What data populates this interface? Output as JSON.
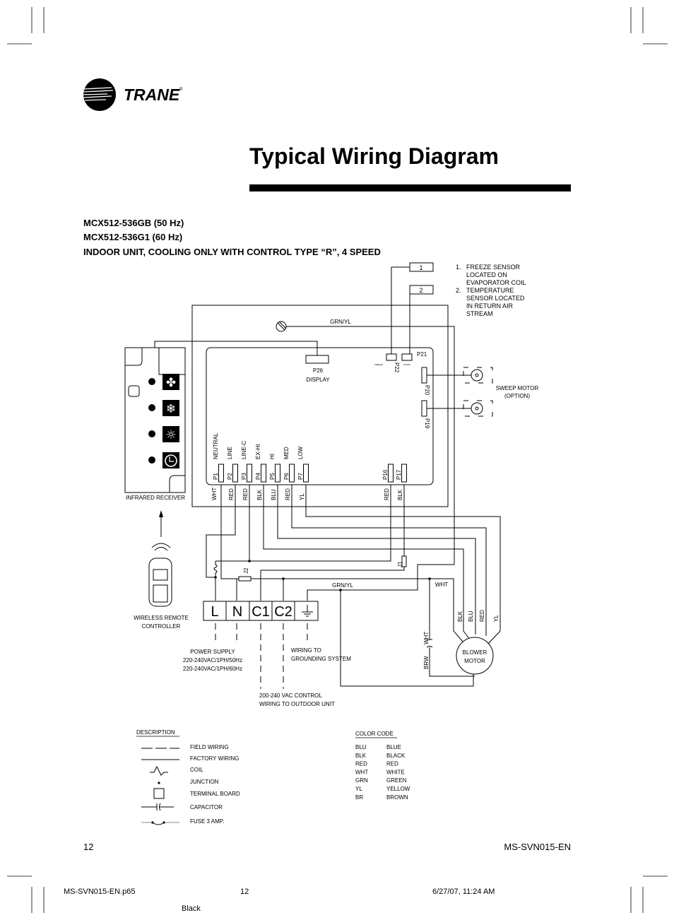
{
  "header": {
    "logo_text": "TRANE",
    "logo_mark": "®",
    "title": "Typical Wiring Diagram",
    "model_lines": [
      "MCX512-536GB (50 Hz)",
      "MCX512-536G1 (60 Hz)",
      "INDOOR UNIT, COOLING ONLY WITH CONTROL TYPE “R”, 4 SPEED"
    ]
  },
  "sensors": {
    "box1": "1",
    "box2": "2",
    "notes": [
      {
        "num": "1.",
        "lines": [
          "FREEZE SENSOR",
          "LOCATED ON",
          "EVAPORATOR COIL"
        ]
      },
      {
        "num": "2.",
        "lines": [
          "TEMPERATURE",
          "SENSOR LOCATED",
          "IN RETURN AIR",
          "STREAM"
        ]
      }
    ],
    "freeze_label": "FREEZE",
    "room_label": "ROOM",
    "p22": "P22",
    "p21": "P21"
  },
  "board": {
    "ground_label": "GRN/YL",
    "display_pin": "P26",
    "display_label": "DISPLAY",
    "p20": "P20",
    "p19": "P19",
    "sweep_motor": [
      "SWEEP MOTOR",
      "(OPTION)"
    ],
    "connectors": [
      {
        "pin": "P1",
        "func": "NEUTRAL",
        "wire": "WHT"
      },
      {
        "pin": "P2",
        "func": "LINE",
        "wire": "RED"
      },
      {
        "pin": "P3",
        "func": "LINE-C",
        "wire": "RED"
      },
      {
        "pin": "P4",
        "func": "EX-HI",
        "wire": "BLK"
      },
      {
        "pin": "P5",
        "func": "HI",
        "wire": "BLU"
      },
      {
        "pin": "P6",
        "func": "MED",
        "wire": "RED"
      },
      {
        "pin": "P7",
        "func": "LOW",
        "wire": "YL"
      },
      {
        "pin": "P16",
        "func": "",
        "wire": "RED"
      },
      {
        "pin": "P17",
        "func": "",
        "wire": "BLK"
      }
    ]
  },
  "receiver": {
    "label": "INFRARED RECEIVER",
    "icons": [
      "fan-icon",
      "snowflake-icon",
      "sun-icon",
      "clock-icon"
    ]
  },
  "remote": {
    "label": [
      "WIRELESS REMOTE",
      "CONTROLLER"
    ]
  },
  "terminal_block": {
    "terminals": [
      "L",
      "N",
      "C1",
      "C2",
      "ground"
    ]
  },
  "wiring": {
    "j1": "J1",
    "j2": "J2",
    "grn_yl": "GRN/YL",
    "wht": "WHT",
    "motor_wires": [
      "BLK",
      "BLU",
      "RED",
      "YL"
    ],
    "cap_wht": "WHT",
    "cap_brw": "BRW",
    "motor_label": [
      "BLOWER",
      "MOTOR"
    ],
    "power_supply": [
      "POWER SUPPLY",
      "220-240VAC/1PH/50Hz",
      "220-240VAC/1PH/60Hz"
    ],
    "grounding": [
      "WIRING TO",
      "GROUNDING SYSTEM"
    ],
    "control": [
      "200-240 VAC CONTROL",
      "WIRING TO OUTDOOR UNIT"
    ]
  },
  "legend": {
    "title": "DESCRIPTION",
    "items": [
      "FIELD WIRING",
      "FACTORY WIRING",
      "COIL",
      "JUNCTION",
      "TERMINAL BOARD",
      "CAPACITOR",
      "FUSE 3 AMP."
    ]
  },
  "color_code": {
    "title": "COLOR CODE",
    "rows": [
      [
        "BLU",
        "BLUE"
      ],
      [
        "BLK",
        "BLACK"
      ],
      [
        "RED",
        "RED"
      ],
      [
        "WHT",
        "WHITE"
      ],
      [
        "GRN",
        "GREEN"
      ],
      [
        "YL",
        "YELLOW"
      ],
      [
        "BR",
        "BROWN"
      ]
    ]
  },
  "footer": {
    "page": "12",
    "doc_id": "MS-SVN015-EN"
  },
  "slug": {
    "file": "MS-SVN015-EN.p65",
    "page": "12",
    "date": "6/27/07, 11:24 AM",
    "plate": "Black"
  }
}
